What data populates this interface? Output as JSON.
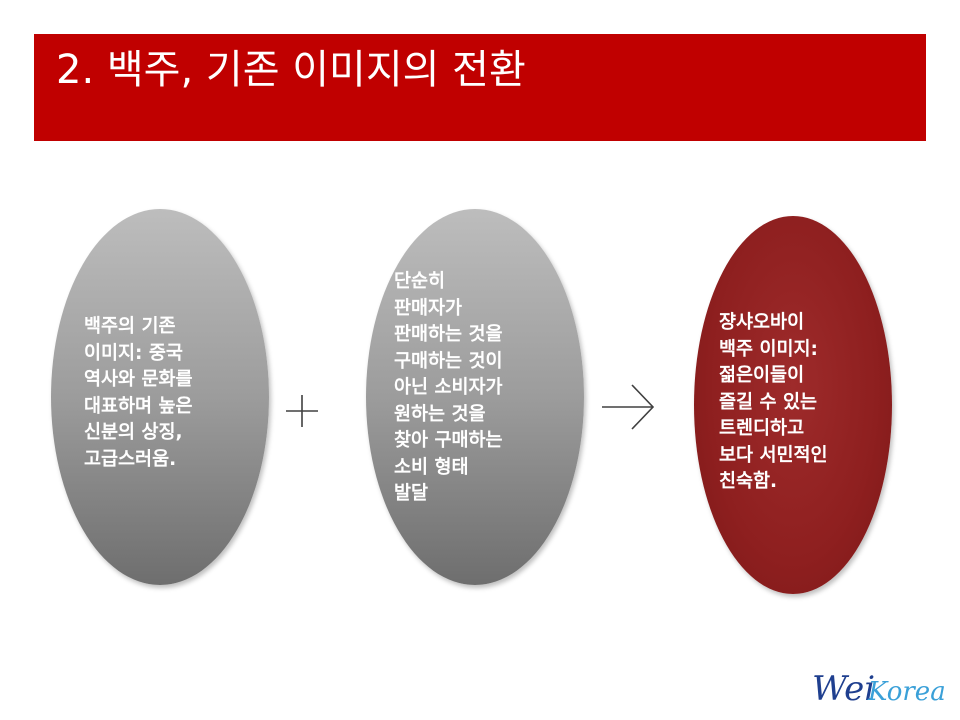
{
  "title": "2. 백주, 기존 이미지의 전환",
  "ellipses": [
    {
      "lines": [
        "백주의 기존",
        "이미지: 중국",
        "역사와 문화를",
        "대표하며 높은",
        "신분의 상징,",
        "고급스러움."
      ],
      "color": "#9c9c9c"
    },
    {
      "lines": [
        "단순히",
        "판매자가",
        "판매하는 것을",
        "구매하는 것이",
        "아닌 소비자가",
        "원하는 것을",
        "찾아 구매하는",
        "소비 형태",
        "발달"
      ],
      "color": "#9c9c9c"
    },
    {
      "lines": [
        "쟝샤오바이",
        "백주 이미지:",
        "젊은이들이",
        "즐길 수 있는",
        "트렌디하고",
        "보다 서민적인",
        "친숙함."
      ],
      "color": "#8e1f1f"
    }
  ],
  "icons": {
    "plus": "plus-icon",
    "arrow": "arrow-right-icon"
  },
  "logo": {
    "text_wei": "Wei",
    "text_korea": "Korea",
    "color_wei": "#1f3f8f",
    "color_korea": "#3aa0d8"
  },
  "colors": {
    "title_bar": "#c00000",
    "title_text": "#ffffff"
  }
}
